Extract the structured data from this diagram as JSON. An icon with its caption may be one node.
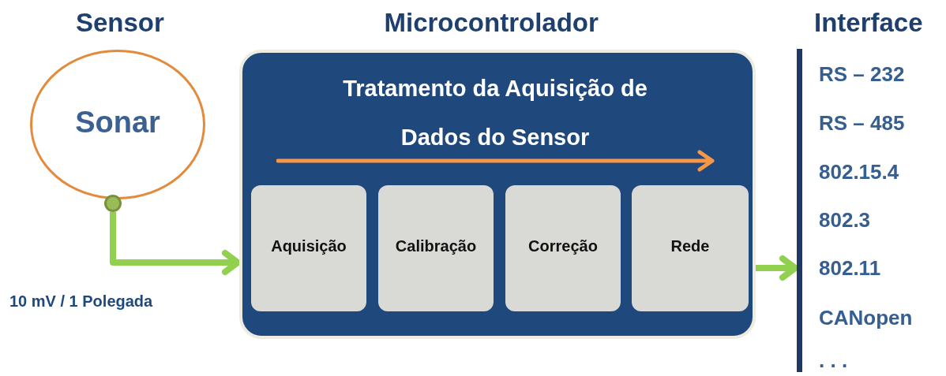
{
  "diagram": {
    "nodes": [
      {
        "text": [
          "Sonar"
        ]
      },
      {
        "text": [
          "Tratamento da Aquisição de Dados do Sensor"
        ]
      },
      {
        "text": [
          "Aquisição"
        ],
        "in": 1
      },
      {
        "text": [
          "Calibração"
        ],
        "in": 1
      },
      {
        "text": [
          "Correção"
        ],
        "in": 1
      },
      {
        "text": [
          "Rede"
        ],
        "in": 1
      },
      {
        "text": [],
        "shape": "circle"
      },
      {
        "text": [],
        "shape": "bar"
      }
    ],
    "edges": [
      {
        "from": 6,
        "to": 1,
        "arrow": "to"
      },
      {
        "from": 1,
        "to": 7,
        "arrow": "to"
      }
    ],
    "labels": [
      "Sensor",
      "Microcontrolador",
      "Interface",
      "10 mV / 1 Polegada",
      "RS – 232",
      "RS – 485",
      "802.15.4",
      "802.3",
      "802.11",
      "CANopen",
      ". . ."
    ]
  }
}
